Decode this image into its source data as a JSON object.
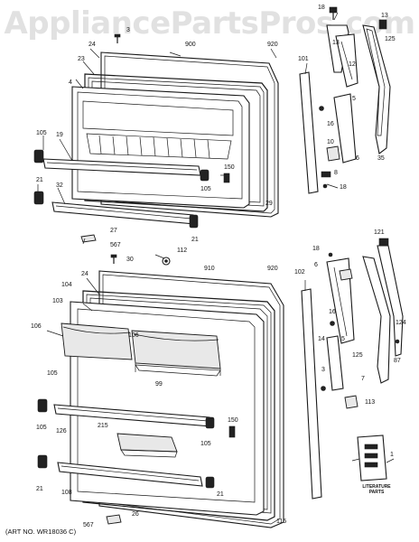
{
  "watermark": "AppliancePartsPros.com",
  "art_number": "(ART NO. WR18036 C)",
  "literature_label": "LITERATURE PARTS",
  "part_numbers": {
    "p3a": "3",
    "p900": "900",
    "p920a": "920",
    "p24a": "24",
    "p23": "23",
    "p4": "4",
    "p101": "101",
    "p18a": "18",
    "p13": "13",
    "p12": "12",
    "p125a": "125",
    "p5a": "5",
    "p16a": "16",
    "p10": "10",
    "p6a": "6",
    "p35": "35",
    "p8": "8",
    "p18b": "18",
    "p105a": "105",
    "p19": "19",
    "p150a": "150",
    "p105b": "105",
    "p29": "29",
    "p21a": "21",
    "p32": "32",
    "p27": "27",
    "p567a": "567",
    "p21b": "21",
    "p112": "112",
    "p30": "30",
    "p910": "910",
    "p920b": "920",
    "p24b": "24",
    "p104": "104",
    "p103": "103",
    "p106a": "106",
    "p106b": "106",
    "p105c": "105",
    "p99": "99",
    "p18c": "18",
    "p6b": "6",
    "p102": "102",
    "p121": "121",
    "p16b": "16",
    "p5b": "5",
    "p14": "14",
    "p125b": "125",
    "p124": "124",
    "p87": "87",
    "p3b": "3",
    "p7": "7",
    "p113": "113",
    "p105d": "105",
    "p126": "126",
    "p215": "215",
    "p105e": "105",
    "p150b": "150",
    "p21c": "21",
    "p108": "108",
    "p21d": "21",
    "p115": "115",
    "p1": "1",
    "p567b": "567",
    "p26": "26"
  }
}
